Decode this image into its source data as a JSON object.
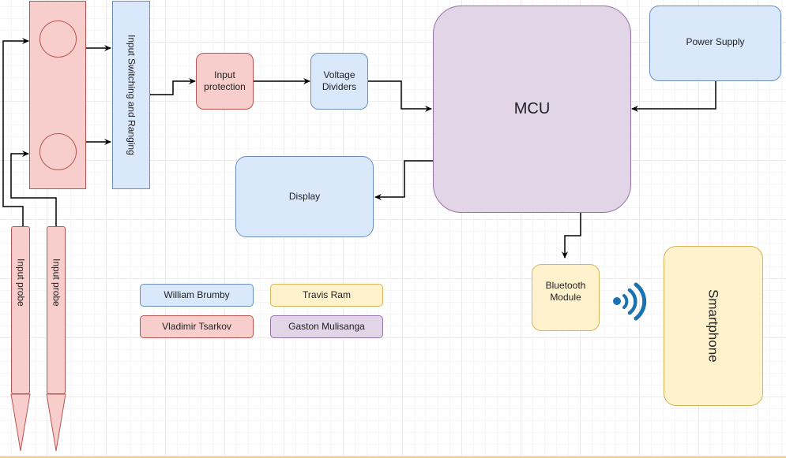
{
  "diagram": {
    "nodes": {
      "input_connector": {
        "label": "",
        "color": "#f8cecc"
      },
      "input_switching": {
        "label": "Input Switching and Ranging",
        "color": "#dae8fc"
      },
      "input_protection": {
        "label": "Input protection",
        "color": "#f8cecc"
      },
      "voltage_dividers": {
        "label": "Voltage Dividers",
        "color": "#dae8fc"
      },
      "mcu": {
        "label": "MCU",
        "color": "#e1d5e7"
      },
      "power_supply": {
        "label": "Power Supply",
        "color": "#dae8fc"
      },
      "display": {
        "label": "Display",
        "color": "#dae8fc"
      },
      "bluetooth_module": {
        "label": "Bluetooth Module",
        "color": "#fff2cc"
      },
      "smartphone": {
        "label": "Smartphone",
        "color": "#fff2cc"
      },
      "input_probe_1": {
        "label": "Input probe",
        "color": "#f8cecc"
      },
      "input_probe_2": {
        "label": "Input probe",
        "color": "#f8cecc"
      }
    },
    "edges": [
      {
        "from": "input_probe_1",
        "to": "input_connector"
      },
      {
        "from": "input_probe_2",
        "to": "input_connector"
      },
      {
        "from": "input_connector",
        "to": "input_switching"
      },
      {
        "from": "input_connector",
        "to": "input_switching"
      },
      {
        "from": "input_switching",
        "to": "input_protection"
      },
      {
        "from": "input_protection",
        "to": "voltage_dividers"
      },
      {
        "from": "voltage_dividers",
        "to": "mcu"
      },
      {
        "from": "power_supply",
        "to": "mcu"
      },
      {
        "from": "mcu",
        "to": "display"
      },
      {
        "from": "mcu",
        "to": "bluetooth_module"
      }
    ],
    "wireless_icon": {
      "name": "wireless-signal-icon",
      "color": "#1f77b4"
    },
    "legend": [
      {
        "name": "William Brumby",
        "color": "#dae8fc"
      },
      {
        "name": "Travis Ram",
        "color": "#fff2cc"
      },
      {
        "name": "Vladimir Tsarkov",
        "color": "#f8cecc"
      },
      {
        "name": "Gaston Mulisanga",
        "color": "#e1d5e7"
      }
    ]
  }
}
